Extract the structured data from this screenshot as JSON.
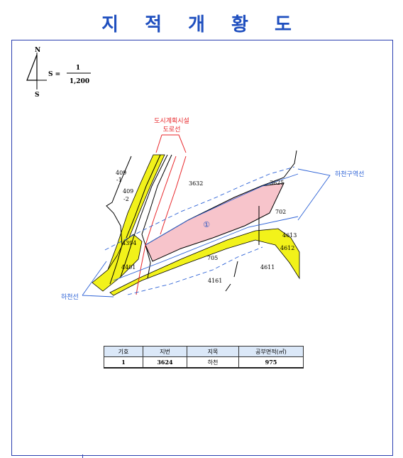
{
  "title": "지 적 개 황 도",
  "scale": {
    "prefix": "S =",
    "numerator": "1",
    "denominator": "1,200"
  },
  "north_arrow": {
    "north": "N",
    "south": "S"
  },
  "annotations": {
    "road_line": [
      "도시계획시설",
      "도로선"
    ],
    "river_zone": "하천구역선",
    "river_line": "하천선",
    "symbol": "①"
  },
  "parcel_labels": [
    {
      "id": "p409-1",
      "text": "409\n-1"
    },
    {
      "id": "p409-2",
      "text": "409\n-2"
    },
    {
      "id": "p3632",
      "text": "3632"
    },
    {
      "id": "p3625",
      "text": "3625"
    },
    {
      "id": "p702",
      "text": "702"
    },
    {
      "id": "p4613",
      "text": "4613"
    },
    {
      "id": "p4612",
      "text": "4612"
    },
    {
      "id": "p4394",
      "text": "4394"
    },
    {
      "id": "p4401",
      "text": "4401"
    },
    {
      "id": "p705",
      "text": "705"
    },
    {
      "id": "p4611",
      "text": "4611"
    },
    {
      "id": "p4161",
      "text": "4161"
    }
  ],
  "table": {
    "headers": [
      "기호",
      "지번",
      "지목",
      "공부면적(㎡)"
    ],
    "rows": [
      [
        "1",
        "3624",
        "하천",
        "975"
      ]
    ]
  },
  "colors": {
    "title": "#1f4fbf",
    "frame": "#2a3fb0",
    "river_fill": "#f2f21a",
    "parcel_fill": "#f7c4cb",
    "road_line": "#e8262a",
    "zone_line": "#2d62d6"
  }
}
